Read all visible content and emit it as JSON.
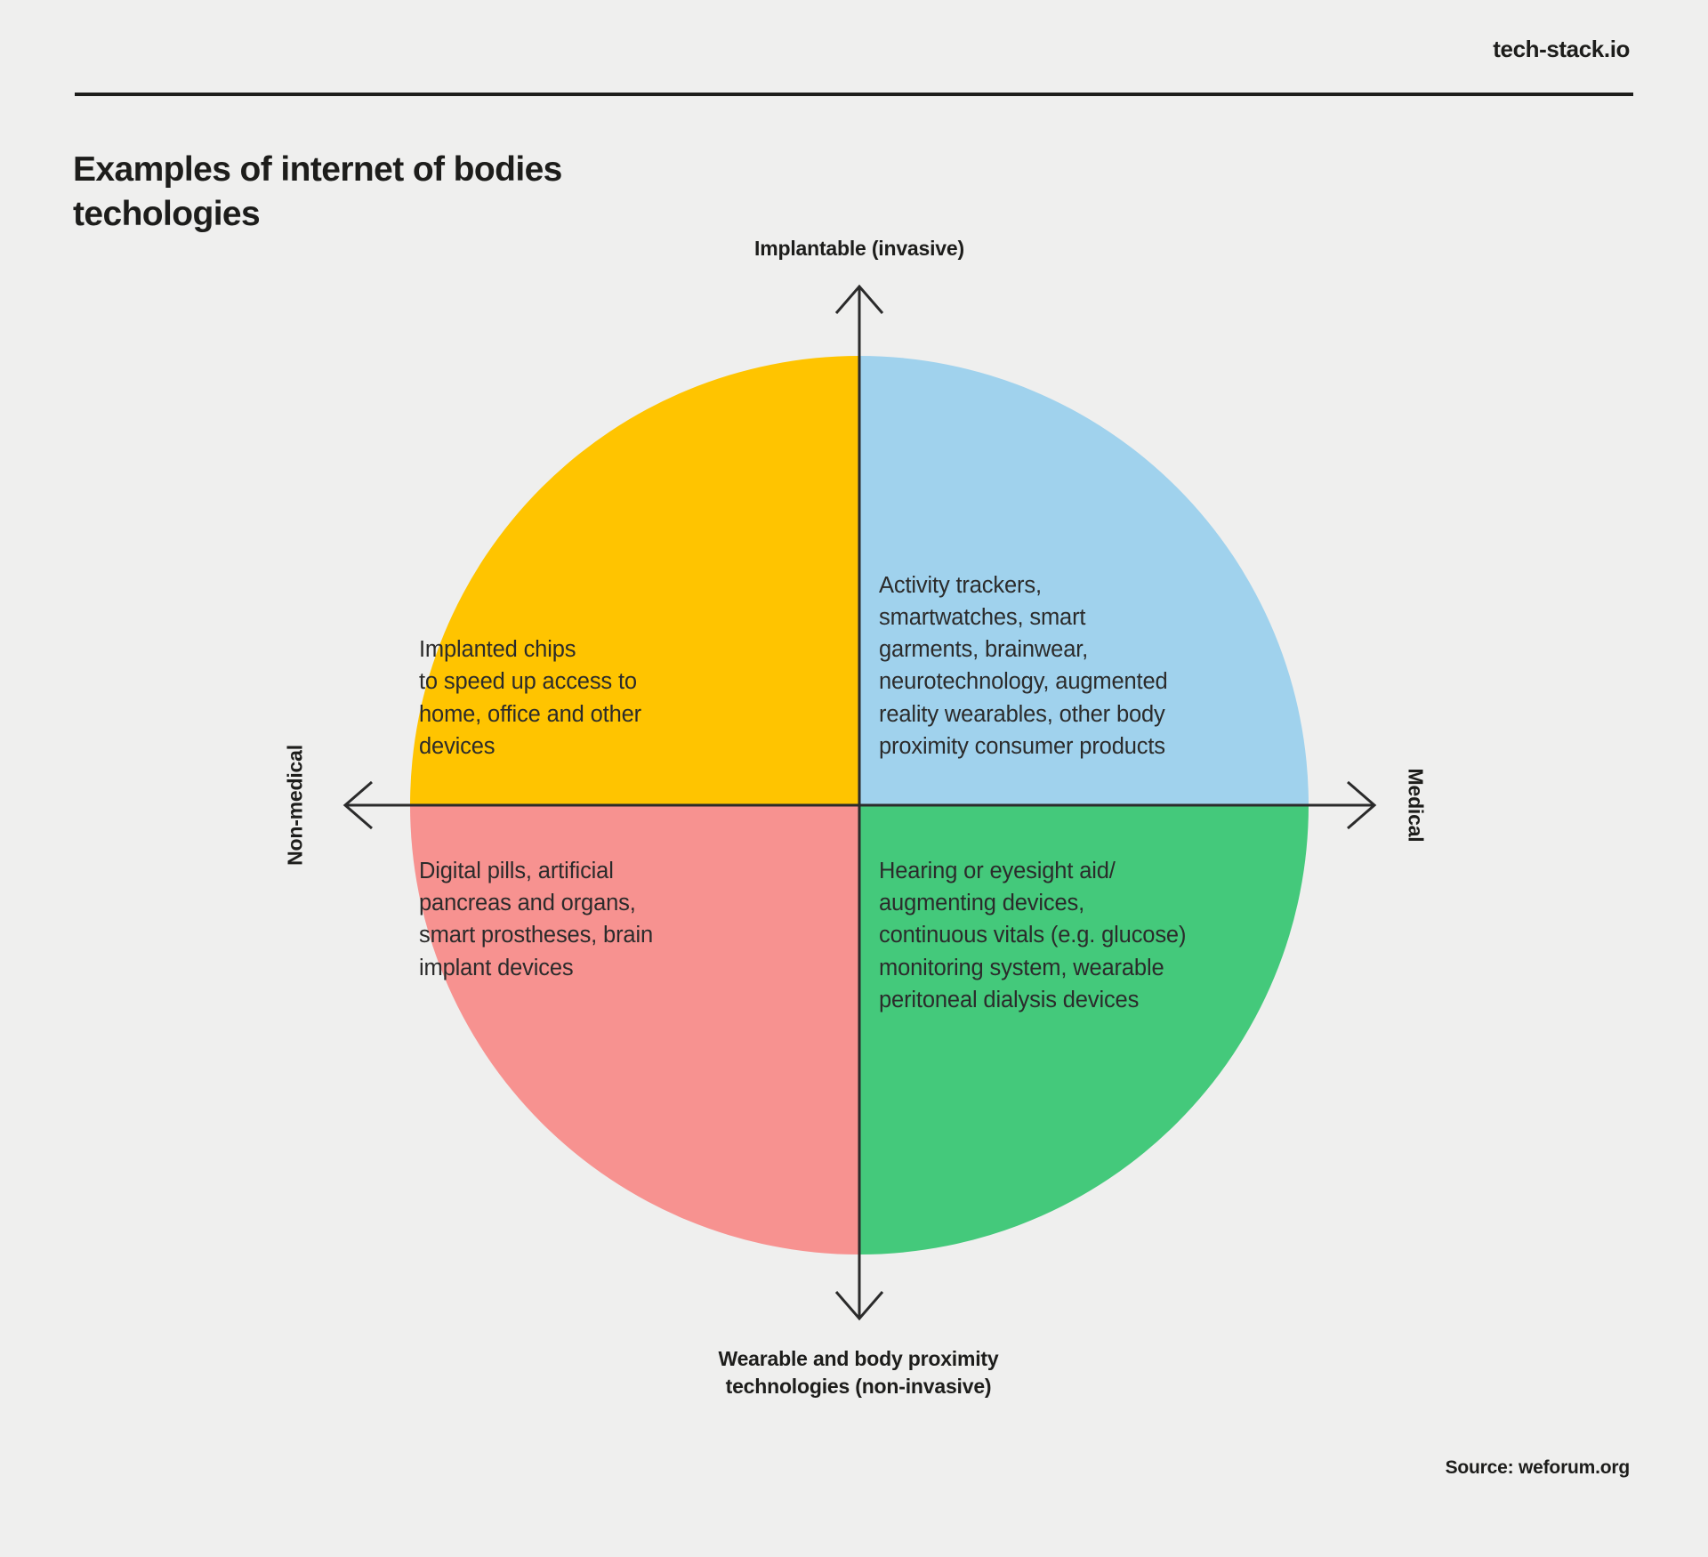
{
  "header": {
    "brand": "tech-stack.io",
    "title": "Examples of internet of bodies\ntechologies"
  },
  "footer": {
    "source": "Source: weforum.org"
  },
  "chart_data": {
    "type": "diagram",
    "subtype": "2x2-quadrant-circle",
    "title": "Examples of internet of bodies techologies",
    "axes": {
      "vertical": {
        "top_label": "Implantable (invasive)",
        "bottom_label": "Wearable and body proximity\ntechnologies (non-invasive)"
      },
      "horizontal": {
        "left_label": "Non-medical",
        "right_label": "Medical"
      }
    },
    "quadrants": [
      {
        "id": "top-left",
        "name": "non-medical-implantable",
        "color": "#FFC400",
        "text": "Implanted chips\nto speed up access to\nhome, office and other\ndevices"
      },
      {
        "id": "top-right",
        "name": "medical-implantable",
        "color": "#A0D2ED",
        "text": "Activity trackers,\nsmartwatches, smart\ngarments, brainwear,\nneurotechnology, augmented\nreality wearables, other body\nproximity consumer products"
      },
      {
        "id": "bottom-left",
        "name": "non-medical-wearable",
        "color": "#F79290",
        "text": "Digital pills, artificial\npancreas and organs,\nsmart prostheses, brain\nimplant devices"
      },
      {
        "id": "bottom-right",
        "name": "medical-wearable",
        "color": "#44C97B",
        "text": "Hearing or eyesight aid/\naugmenting devices,\ncontinuous vitals (e.g. glucose)\nmonitoring system, wearable\nperitoneal dialysis devices"
      }
    ],
    "colors": {
      "background": "#EFEFEE",
      "ink": "#1D1D1B",
      "body_text": "#2B2B2B",
      "yellow": "#FFC400",
      "blue": "#A0D2ED",
      "red": "#F79290",
      "green": "#44C97B"
    }
  }
}
